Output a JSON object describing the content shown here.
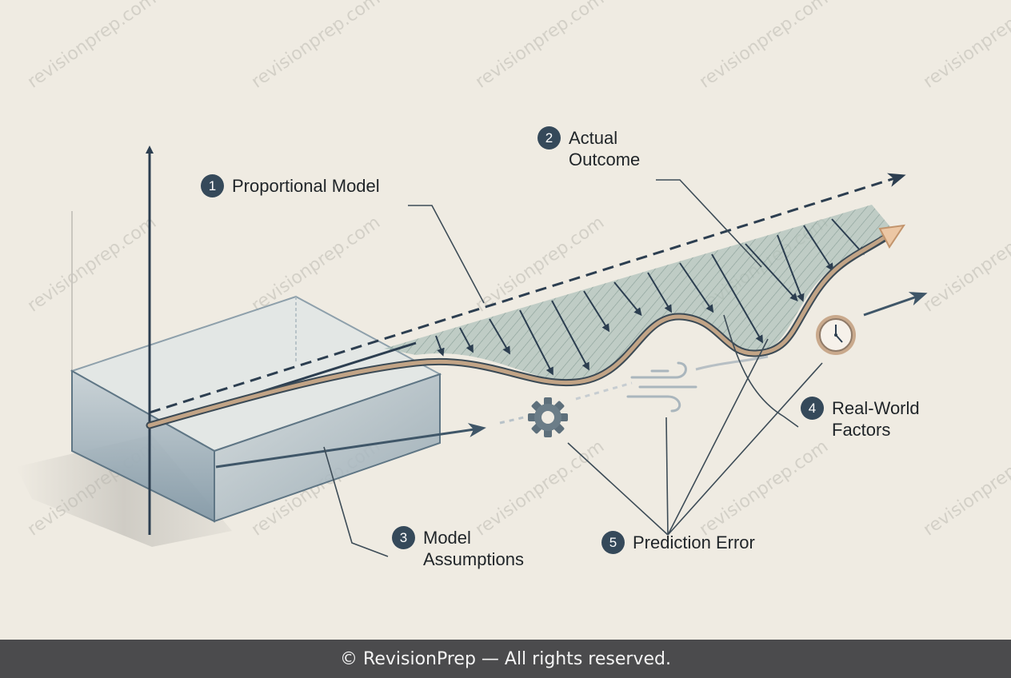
{
  "watermark_text": "revisionprep.com",
  "callouts": [
    {
      "number": "1",
      "lines": [
        "Proportional Model"
      ]
    },
    {
      "number": "2",
      "lines": [
        "Actual",
        "Outcome"
      ]
    },
    {
      "number": "3",
      "lines": [
        "Model",
        "Assumptions"
      ]
    },
    {
      "number": "4",
      "lines": [
        "Real-World",
        "Factors"
      ]
    },
    {
      "number": "5",
      "lines": [
        "Prediction Error"
      ]
    }
  ],
  "icons": [
    "gear-icon",
    "wind-icon",
    "clock-icon"
  ],
  "colors": {
    "background": "#efebe2",
    "dark": "#2c3e50",
    "actual_curve": "#b8987a",
    "actual_arrow": "#d9aa82",
    "error_fill": "#9fb6b0",
    "badge": "#35495a",
    "footer": "#4b4b4d"
  },
  "footer": {
    "text": "© RevisionPrep — All rights reserved."
  }
}
